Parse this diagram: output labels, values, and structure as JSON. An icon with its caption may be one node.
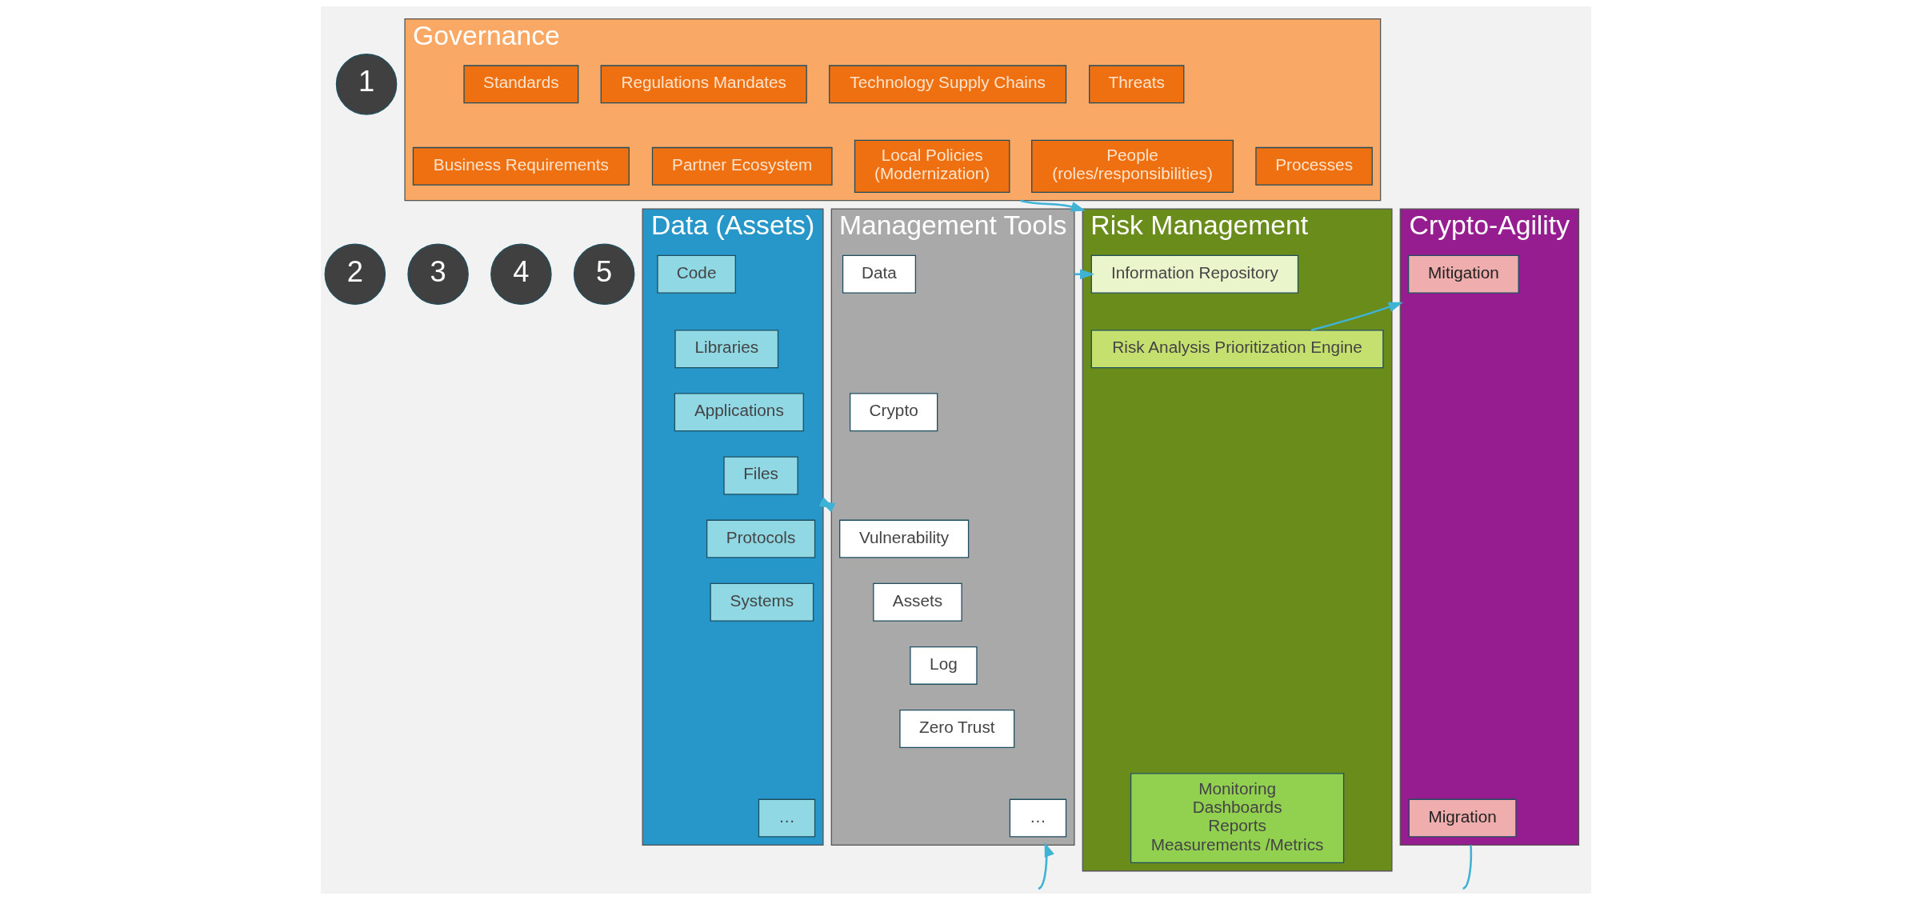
{
  "diagram": {
    "nodes": [
      {
        "text": [
          "1"
        ]
      },
      {
        "text": [
          "Governance"
        ]
      },
      {
        "text": [
          "Standards"
        ],
        "in": 1
      },
      {
        "text": [
          "Regulations Mandates"
        ],
        "in": 1
      },
      {
        "text": [
          "Technology Supply Chains"
        ],
        "in": 1
      },
      {
        "text": [
          "Threats"
        ],
        "in": 1
      },
      {
        "text": [
          "Business Requirements"
        ],
        "in": 1
      },
      {
        "text": [
          "Partner Ecosystem"
        ],
        "in": 1
      },
      {
        "text": [
          "Local Policies",
          "(Modernization)"
        ],
        "in": 1
      },
      {
        "text": [
          "People",
          "(roles/responsibilities)"
        ],
        "in": 1
      },
      {
        "text": [
          "Processes"
        ],
        "in": 1
      },
      {
        "text": [
          "2"
        ]
      },
      {
        "text": [
          "Data (Assets)"
        ]
      },
      {
        "text": [
          "Code"
        ],
        "in": 12
      },
      {
        "text": [
          "Libraries"
        ],
        "in": 12
      },
      {
        "text": [
          "Applications"
        ],
        "in": 12
      },
      {
        "text": [
          "Files"
        ],
        "in": 12
      },
      {
        "text": [
          "Protocols"
        ],
        "in": 12
      },
      {
        "text": [
          "Systems"
        ],
        "in": 12
      },
      {
        "text": [
          "…"
        ],
        "in": 12
      },
      {
        "text": [
          "3"
        ]
      },
      {
        "text": [
          "Management Tools"
        ]
      },
      {
        "text": [
          "Data"
        ],
        "in": 21
      },
      {
        "text": [
          "Crypto"
        ],
        "in": 21
      },
      {
        "text": [
          "Vulnerability"
        ],
        "in": 21
      },
      {
        "text": [
          "Assets"
        ],
        "in": 21
      },
      {
        "text": [
          "Log"
        ],
        "in": 21
      },
      {
        "text": [
          "Zero Trust"
        ],
        "in": 21
      },
      {
        "text": [
          "…"
        ],
        "in": 21
      },
      {
        "text": [
          "4"
        ]
      },
      {
        "text": [
          "Risk Management"
        ]
      },
      {
        "text": [
          "Information Repository"
        ],
        "in": 30
      },
      {
        "text": [
          "Risk Analysis Prioritization Engine"
        ],
        "in": 30
      },
      {
        "text": [
          "Monitoring",
          "Dashboards",
          "Reports",
          "Measurements /Metrics"
        ],
        "in": 30
      },
      {
        "text": [
          "5"
        ]
      },
      {
        "text": [
          "Crypto-Agility"
        ]
      },
      {
        "text": [
          "Mitigation"
        ],
        "in": 35
      },
      {
        "text": [
          "Migration"
        ],
        "in": 35
      }
    ],
    "edges": [
      {
        "from": 1,
        "to": 30,
        "arrow": "to"
      },
      {
        "from": 12,
        "to": 21,
        "arrow": "both"
      },
      {
        "from": 21,
        "to": 31,
        "arrow": "to"
      },
      {
        "from": 32,
        "to": 35,
        "arrow": "to"
      },
      {
        "from": null,
        "to": 21,
        "arrow": "to"
      },
      {
        "from": 35,
        "to": null,
        "arrow": "none"
      }
    ]
  }
}
